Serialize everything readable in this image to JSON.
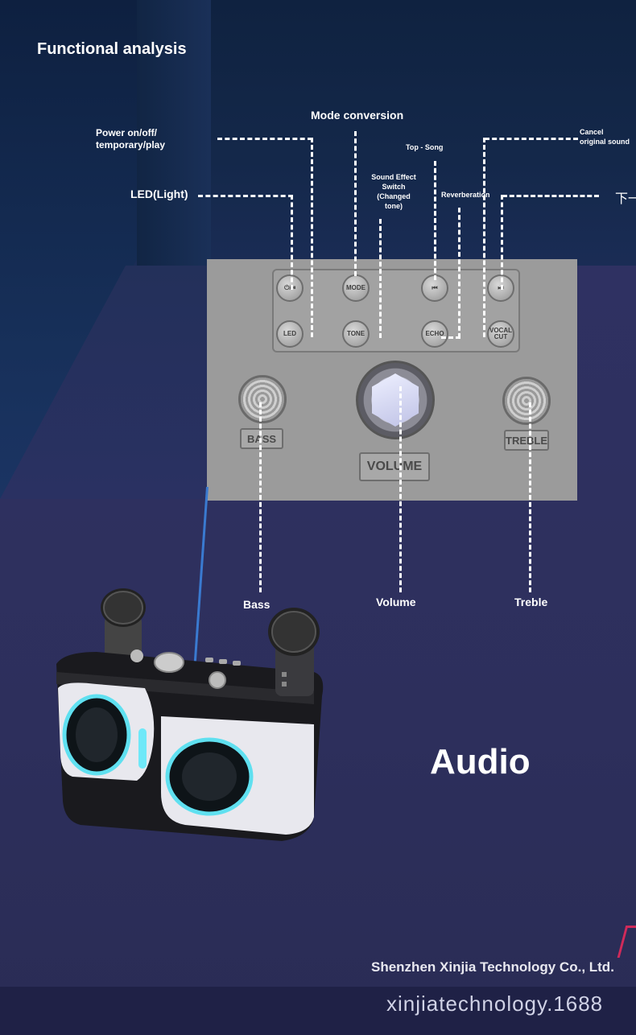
{
  "heading": "Functional analysis",
  "labels": {
    "power": "Power on/off/",
    "power_line2": "temporary/play",
    "led": "LED(Light)",
    "mode": "Mode conversion",
    "top_song": "Top - Song",
    "sound_effect_1": "Sound Effect",
    "sound_effect_2": "Switch",
    "sound_effect_3": "(Changed",
    "sound_effect_4": "tone)",
    "reverberation": "Reverberation",
    "cancel_1": "Cancel",
    "cancel_2": "original sound",
    "next": "下一",
    "bass": "Bass",
    "volume": "Volume",
    "treble": "Treble"
  },
  "panel": {
    "btn_play": "⏻/⏯",
    "btn_mode": "MODE",
    "btn_prev": "⏮",
    "btn_next": "⏭",
    "btn_led": "LED",
    "btn_tone": "TONE",
    "btn_echo": "ECHO",
    "btn_vocal": "VOCAL CUT",
    "tag_bass": "BASS",
    "tag_volume": "VOLUME",
    "tag_treble": "TREBLE"
  },
  "product_title": "Audio",
  "company": "Shenzhen Xinjia Technology Co., Ltd.",
  "website": "xinjiatechnology.1688"
}
